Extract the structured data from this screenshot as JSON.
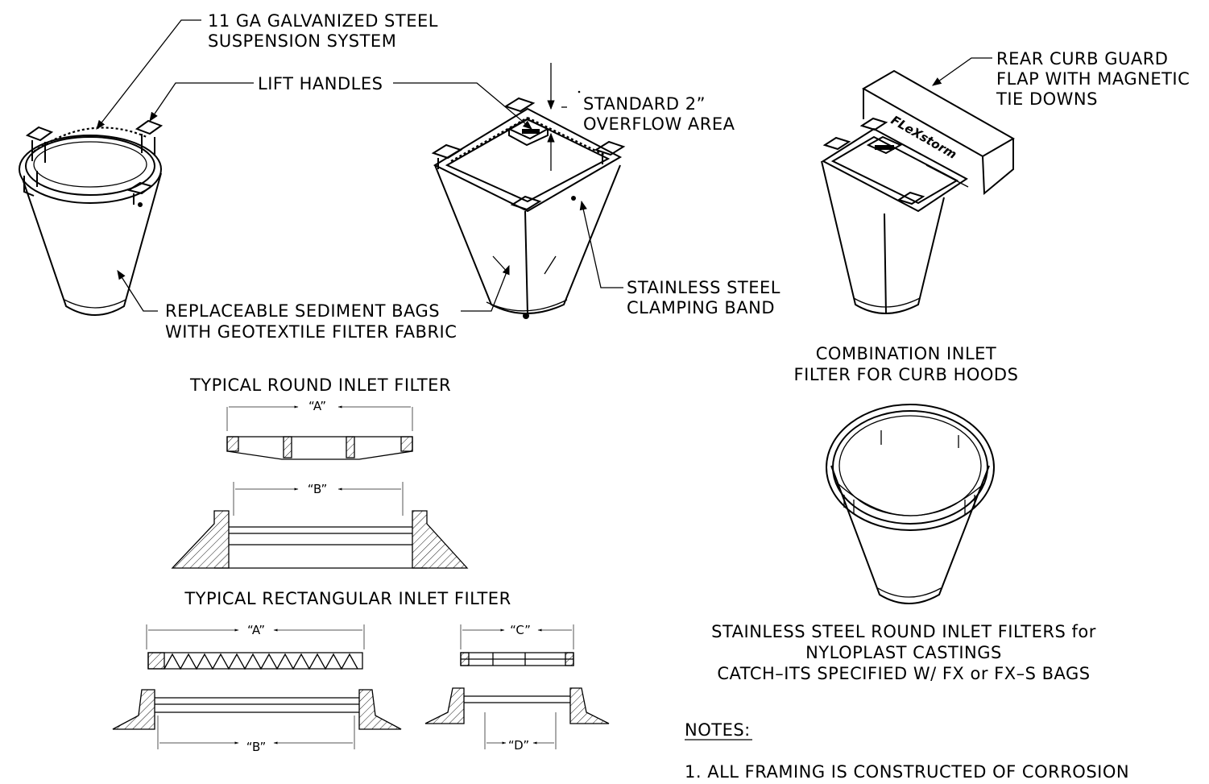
{
  "labels": {
    "suspension_line1": "11 GA GALVANIZED STEEL",
    "suspension_line2": "SUSPENSION SYSTEM",
    "lift_handles": "LIFT HANDLES",
    "overflow_line1": "STANDARD 2”",
    "overflow_line2": "OVERFLOW AREA",
    "rear_curb_line1": "REAR CURB GUARD",
    "rear_curb_line2": "FLAP WITH MAGNETIC",
    "rear_curb_line3": "TIE DOWNS",
    "sediment_line1": "REPLACEABLE SEDIMENT BAGS",
    "sediment_line2": "WITH GEOTEXTILE FILTER FABRIC",
    "clamp_line1": "STAINLESS STEEL",
    "clamp_line2": "CLAMPING BAND",
    "combo_line1": "COMBINATION INLET",
    "combo_line2": "FILTER FOR CURB HOODS",
    "brand_logo": "FLeXstorm"
  },
  "sections": {
    "round_title": "TYPICAL ROUND INLET FILTER",
    "rect_title": "TYPICAL RECTANGULAR INLET FILTER",
    "stainless_line1": "STAINLESS STEEL ROUND INLET FILTERS for",
    "stainless_line2": "NYLOPLAST CASTINGS",
    "stainless_line3": "CATCH–ITS SPECIFIED W/ FX or FX–S BAGS"
  },
  "dimensions": {
    "a": "“A”",
    "b": "“B”",
    "c": "“C”",
    "d": "“D”"
  },
  "notes": {
    "heading": "NOTES:",
    "note1": "1.  ALL FRAMING IS CONSTRUCTED OF CORROSION"
  }
}
